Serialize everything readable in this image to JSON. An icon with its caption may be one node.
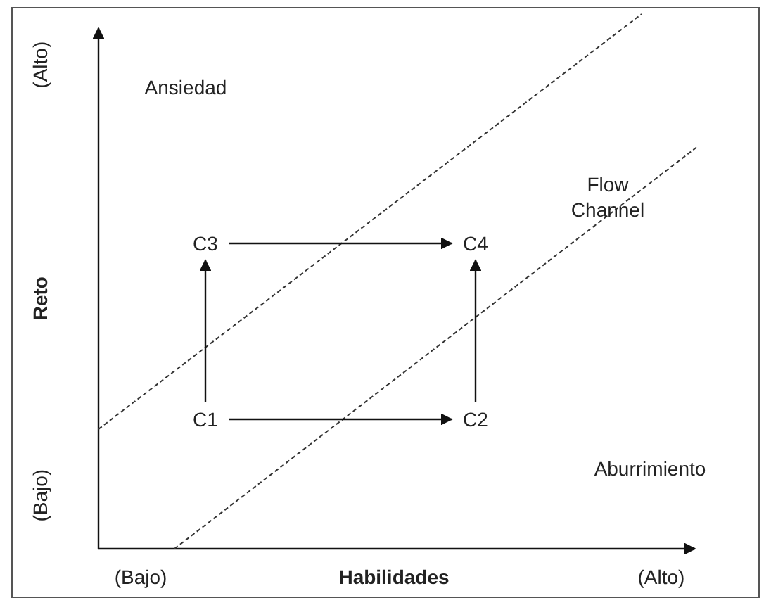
{
  "diagram": {
    "nodes": [
      {
        "text": [
          "C3"
        ]
      },
      {
        "text": [
          "C4"
        ]
      },
      {
        "text": [
          "C1"
        ]
      },
      {
        "text": [
          "C2"
        ]
      }
    ],
    "edges": [
      {
        "from": 0,
        "to": 1,
        "arrow": "to"
      },
      {
        "from": 2,
        "to": 0,
        "arrow": "to"
      },
      {
        "from": 2,
        "to": 3,
        "arrow": "to"
      },
      {
        "from": 3,
        "to": 1,
        "arrow": "to"
      }
    ],
    "labels": [
      "Ansiedad",
      "Flow Channel",
      "(Alto)",
      "Reto",
      "(Bajo)",
      "Aburrimiento",
      "(Bajo)",
      "Habilidades",
      "(Alto)"
    ]
  }
}
